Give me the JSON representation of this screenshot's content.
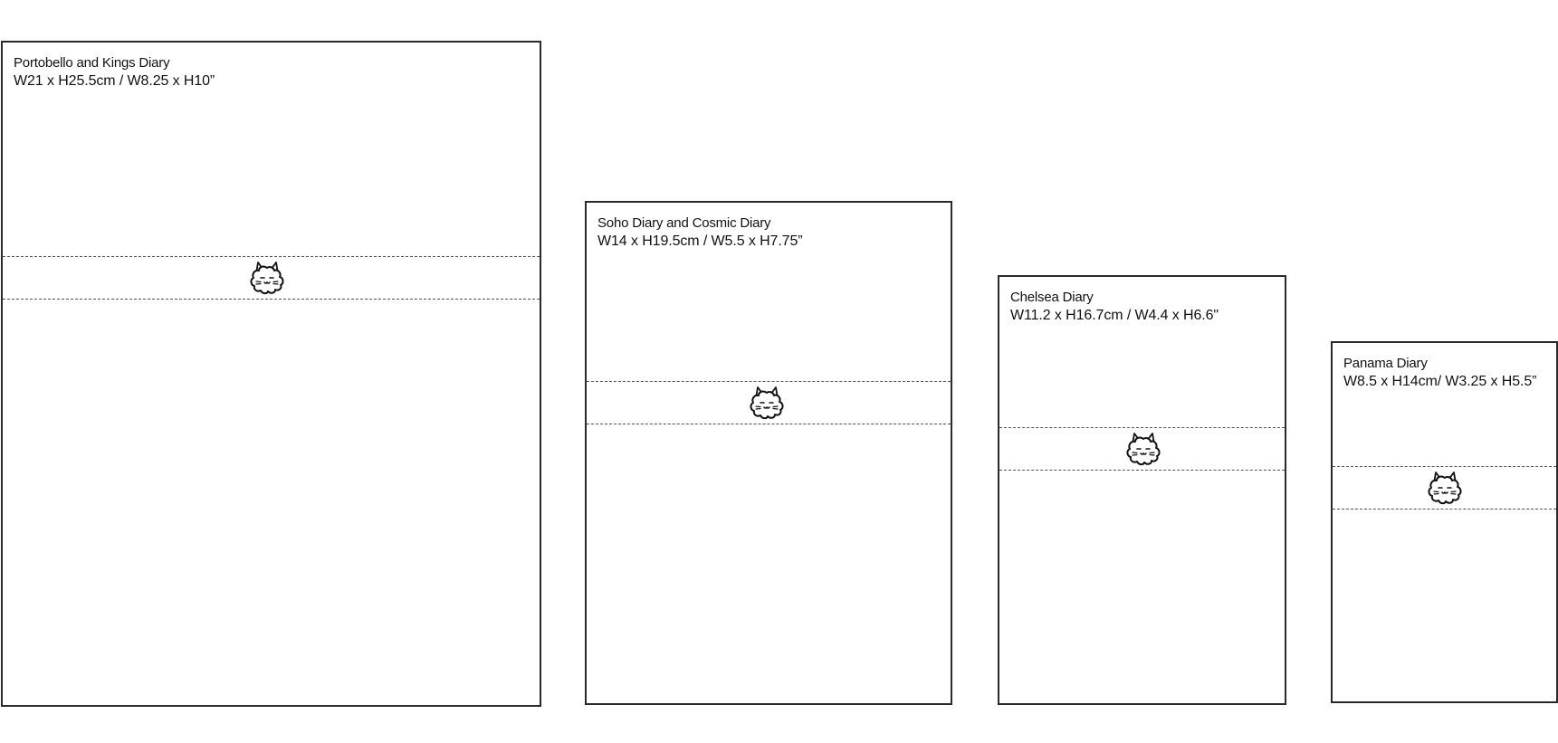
{
  "diaries": [
    {
      "name": "Portobello and Kings Diary",
      "dimensions": "W21 x H25.5cm / W8.25 x H10”"
    },
    {
      "name": "Soho Diary and Cosmic Diary",
      "dimensions": "W14 x H19.5cm / W5.5 x H7.75”"
    },
    {
      "name": "Chelsea Diary",
      "dimensions": "W11.2 x H16.7cm / W4.4 x H6.6\""
    },
    {
      "name": "Panama Diary",
      "dimensions": "W8.5 x H14cm/ W3.25 x H5.5”"
    }
  ],
  "icons": {
    "band_icon": "cat-face-icon"
  },
  "colors": {
    "outline": "#2a2a2a",
    "dash": "#555555",
    "background": "#ffffff"
  }
}
